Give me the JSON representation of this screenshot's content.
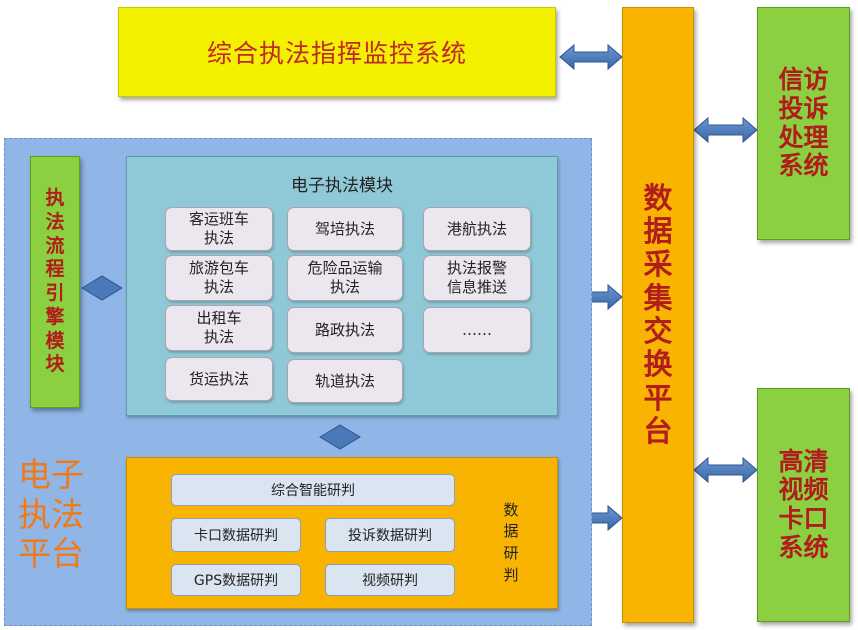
{
  "top_system": {
    "title": "综合执法指挥监控系统"
  },
  "exchange_platform": {
    "chars": [
      "数",
      "据",
      "采",
      "集",
      "交",
      "换",
      "平",
      "台"
    ]
  },
  "petition_system": {
    "chars": [
      "信访",
      "投诉",
      "处理",
      "系统"
    ]
  },
  "video_system": {
    "chars": [
      "高清",
      "视频",
      "卡口",
      "系统"
    ]
  },
  "platform": {
    "lines": [
      "电子",
      "执法",
      "平台"
    ]
  },
  "engine_module": {
    "chars": [
      "执",
      "法",
      "流",
      "程",
      "引",
      "擎",
      "模",
      "块"
    ]
  },
  "e_module": {
    "title": "电子执法模块",
    "items": [
      [
        "客运班车",
        "执法"
      ],
      [
        "驾培执法"
      ],
      [
        "港航执法"
      ],
      [
        "旅游包车",
        "执法"
      ],
      [
        "危险品运输",
        "执法"
      ],
      [
        "执法报警",
        "信息推送"
      ],
      [
        "出租车",
        "执法"
      ],
      [
        "路政执法"
      ],
      [
        "……"
      ],
      [
        "货运执法"
      ],
      [
        "轨道执法"
      ]
    ]
  },
  "analysis_module": {
    "label_chars": [
      "数",
      "据",
      "研",
      "判"
    ],
    "overall": "综合智能研判",
    "items": [
      "卡口数据研判",
      "投诉数据研判",
      "GPS数据研判",
      "视频研判"
    ]
  },
  "colors": {
    "yellow": "#f3f000",
    "orange": "#f8b400",
    "green": "#8bd040",
    "platform_blue": "#8fb6e6",
    "module_teal": "#8fc9d8",
    "arrow_blue": "#4a78b8",
    "red_text": "#b11c1c"
  }
}
